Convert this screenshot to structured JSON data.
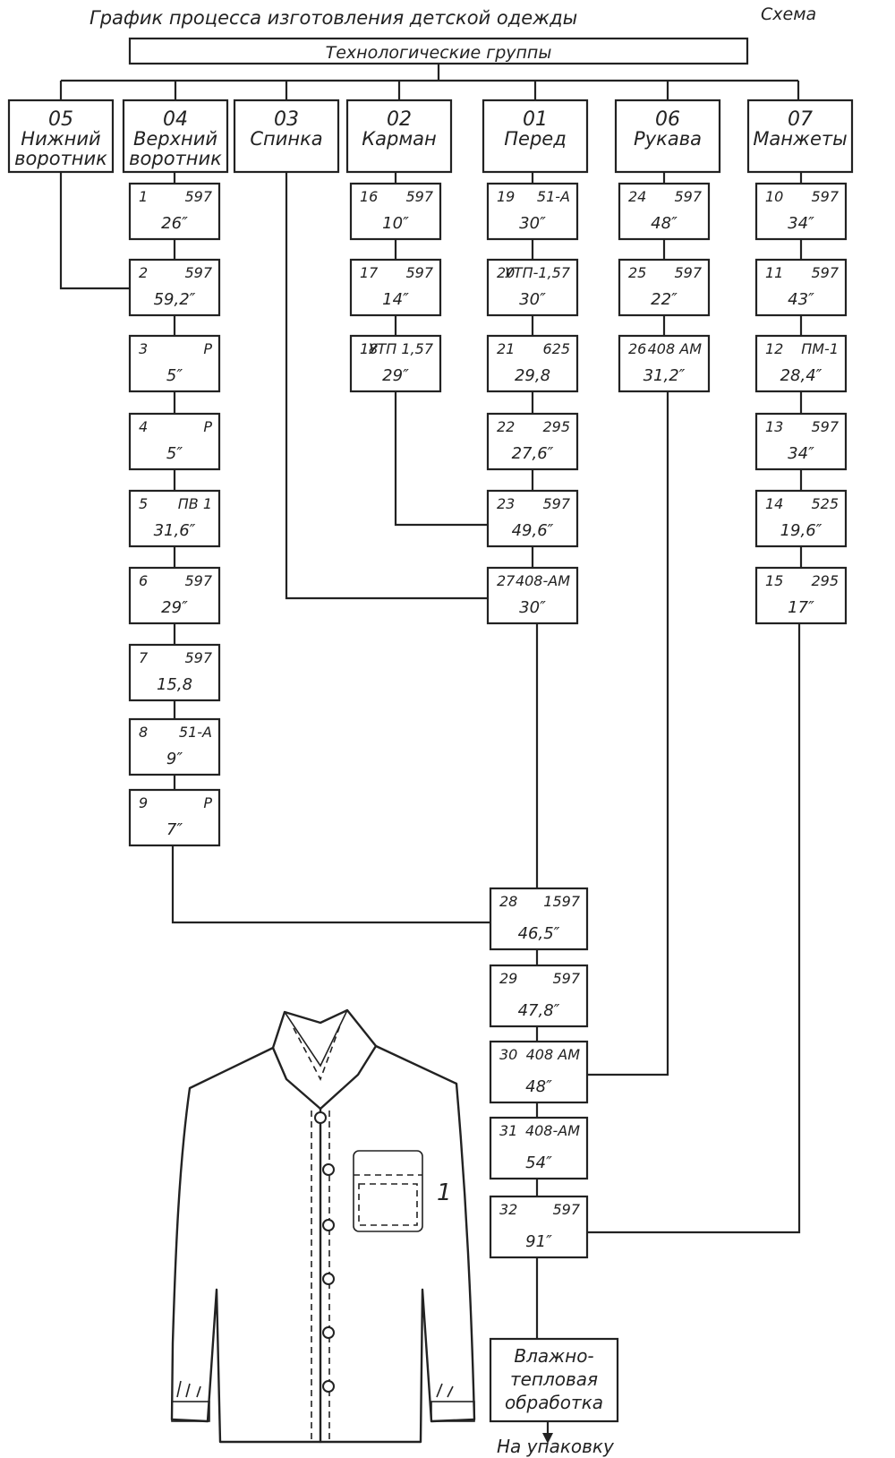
{
  "header": {
    "title": "График процесса изготовления детской одежды",
    "corner_label": "Схема",
    "groups_bar_label": "Технологические группы"
  },
  "groups": [
    {
      "code": "05",
      "name_lines": [
        "Нижний",
        "воротник"
      ]
    },
    {
      "code": "04",
      "name_lines": [
        "Верхний",
        "воротник"
      ]
    },
    {
      "code": "03",
      "name_lines": [
        "Спинка"
      ]
    },
    {
      "code": "02",
      "name_lines": [
        "Карман"
      ]
    },
    {
      "code": "01",
      "name_lines": [
        "Перед"
      ]
    },
    {
      "code": "06",
      "name_lines": [
        "Рукава"
      ]
    },
    {
      "code": "07",
      "name_lines": [
        "Манжеты"
      ]
    }
  ],
  "operations": [
    {
      "num": "1",
      "equip": "597",
      "time": "26″"
    },
    {
      "num": "2",
      "equip": "597",
      "time": "59,2″"
    },
    {
      "num": "3",
      "equip": "Р",
      "time": "5″"
    },
    {
      "num": "4",
      "equip": "Р",
      "time": "5″"
    },
    {
      "num": "5",
      "equip": "ПВ 1",
      "time": "31,6″"
    },
    {
      "num": "6",
      "equip": "597",
      "time": "29″"
    },
    {
      "num": "7",
      "equip": "597",
      "time": "15,8"
    },
    {
      "num": "8",
      "equip": "51-А",
      "time": "9″"
    },
    {
      "num": "9",
      "equip": "Р",
      "time": "7″"
    },
    {
      "num": "16",
      "equip": "597",
      "time": "10″"
    },
    {
      "num": "17",
      "equip": "597",
      "time": "14″"
    },
    {
      "num": "18",
      "equip": "УТП 1,57",
      "time": "29″"
    },
    {
      "num": "19",
      "equip": "51-А",
      "time": "30″"
    },
    {
      "num": "20",
      "equip": "УТП-1,57",
      "time": "30″"
    },
    {
      "num": "21",
      "equip": "625",
      "time": "29,8"
    },
    {
      "num": "22",
      "equip": "295",
      "time": "27,6″"
    },
    {
      "num": "23",
      "equip": "597",
      "time": "49,6″"
    },
    {
      "num": "27",
      "equip": "408-АМ",
      "time": "30″"
    },
    {
      "num": "24",
      "equip": "597",
      "time": "48″"
    },
    {
      "num": "25",
      "equip": "597",
      "time": "22″"
    },
    {
      "num": "26",
      "equip": "408 АМ",
      "time": "31,2″"
    },
    {
      "num": "10",
      "equip": "597",
      "time": "34″"
    },
    {
      "num": "11",
      "equip": "597",
      "time": "43″"
    },
    {
      "num": "12",
      "equip": "ПМ-1",
      "time": "28,4″"
    },
    {
      "num": "13",
      "equip": "597",
      "time": "34″"
    },
    {
      "num": "14",
      "equip": "525",
      "time": "19,6″"
    },
    {
      "num": "15",
      "equip": "295",
      "time": "17″"
    },
    {
      "num": "28",
      "equip": "1597",
      "time": "46,5″"
    },
    {
      "num": "29",
      "equip": "597",
      "time": "47,8″"
    },
    {
      "num": "30",
      "equip": "408 АМ",
      "time": "48″"
    },
    {
      "num": "31",
      "equip": "408-АМ",
      "time": "54″"
    },
    {
      "num": "32",
      "equip": "597",
      "time": "91″"
    }
  ],
  "final_step": {
    "lines": [
      "Влажно-",
      "тепловая",
      "обработка"
    ]
  },
  "footer_label": "На упаковку",
  "sketch": {
    "mark": "1"
  }
}
